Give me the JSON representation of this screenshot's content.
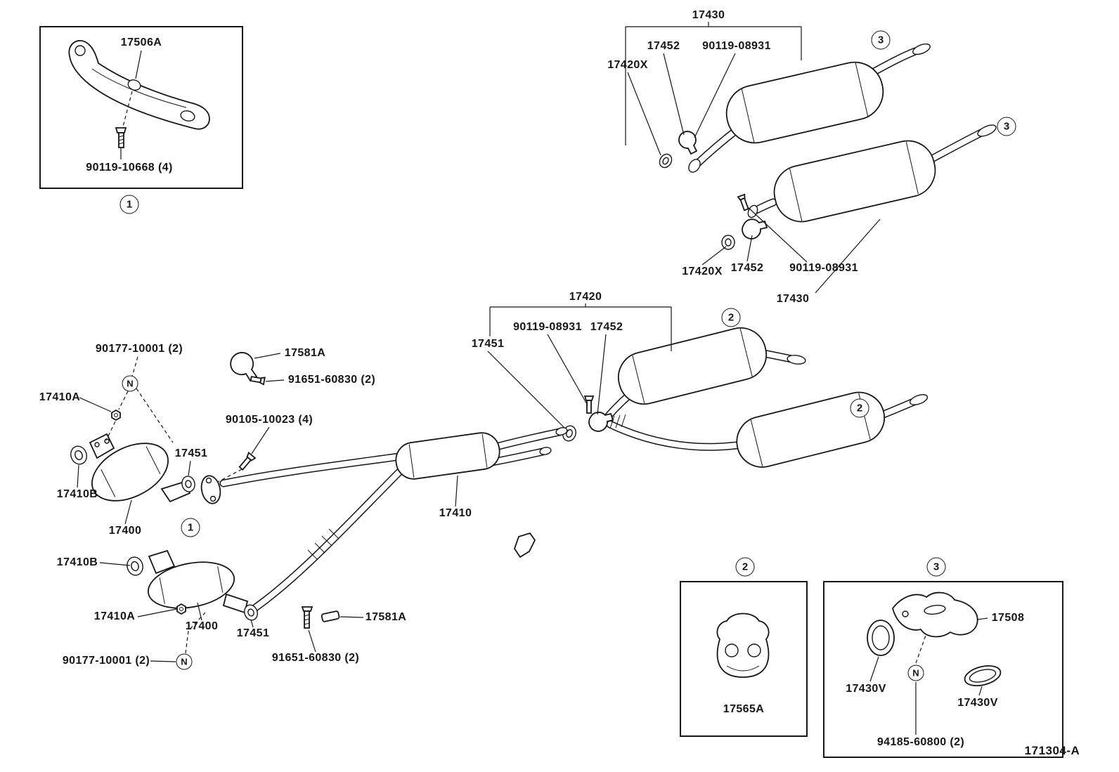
{
  "document": {
    "drawing_code": "171304-A"
  },
  "parts": {
    "p17506A": "17506A",
    "p90119_10668": "90119-10668 (4)",
    "p17430": "17430",
    "p17452": "17452",
    "p90119_08931": "90119-08931",
    "p17420X": "17420X",
    "p17420": "17420",
    "p17451": "17451",
    "p17581A": "17581A",
    "p91651_60830": "91651-60830 (2)",
    "p90177_10001": "90177-10001 (2)",
    "p90105_10023": "90105-10023 (4)",
    "p17410A": "17410A",
    "p17410B": "17410B",
    "p17400": "17400",
    "p17410": "17410",
    "p17565A": "17565A",
    "p17508": "17508",
    "p17430V": "17430V",
    "p94185_60800": "94185-60800 (2)"
  },
  "callouts": {
    "c1": "1",
    "c2": "2",
    "c3": "3",
    "n": "N"
  },
  "colors": {
    "ink": "#161616",
    "paper": "#ffffff"
  }
}
